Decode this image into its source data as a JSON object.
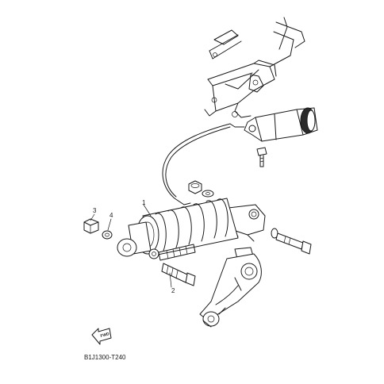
{
  "callouts": {
    "part1": "1",
    "part2": "2",
    "part3": "3",
    "part4": "4"
  },
  "fwd_label": "FWD",
  "diagram_code": "B1J1300-T240",
  "colors": {
    "line": "#1a1a1a",
    "background": "#ffffff"
  }
}
